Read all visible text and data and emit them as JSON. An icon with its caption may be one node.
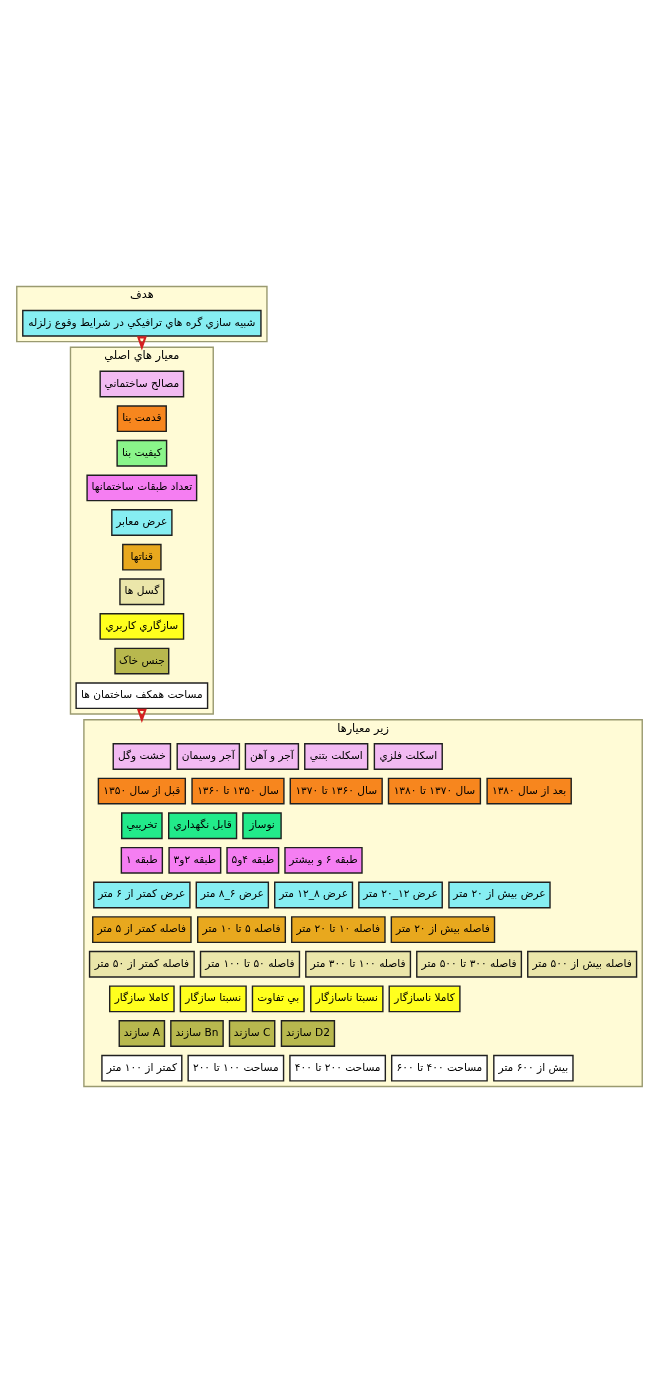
{
  "diagram": {
    "nodes": [
      {
        "text": [
          "هدف"
        ]
      },
      {
        "text": [
          "شبيه سازي گره هاي ترافيکي در شرايط وقوع زلزله"
        ],
        "in": 0
      },
      {
        "text": [
          "معيار هاي اصلي"
        ]
      },
      {
        "text": [
          "مصالح ساختماني"
        ],
        "in": 2
      },
      {
        "text": [
          "قدمت بنا"
        ],
        "in": 2
      },
      {
        "text": [
          "کيفيت بنا"
        ],
        "in": 2
      },
      {
        "text": [
          "تعداد طبقات ساختمانها"
        ],
        "in": 2
      },
      {
        "text": [
          "عرض معابر"
        ],
        "in": 2
      },
      {
        "text": [
          "قناتها"
        ],
        "in": 2
      },
      {
        "text": [
          "گسل ها"
        ],
        "in": 2
      },
      {
        "text": [
          "سازگاري کاربري"
        ],
        "in": 2
      },
      {
        "text": [
          "جنس خاک"
        ],
        "in": 2
      },
      {
        "text": [
          "مساحت همکف ساختمان ها"
        ],
        "in": 2
      },
      {
        "text": [
          "زير معيارها"
        ]
      },
      {
        "text": [
          "خشت وگل"
        ],
        "in": 13
      },
      {
        "text": [
          "آجر وسيمان"
        ],
        "in": 13
      },
      {
        "text": [
          "آجر و آهن"
        ],
        "in": 13
      },
      {
        "text": [
          "اسکلت بتني"
        ],
        "in": 13
      },
      {
        "text": [
          "اسکلت فلزي"
        ],
        "in": 13
      },
      {
        "text": [
          "قبل از سال ۱۳۵۰"
        ],
        "in": 13
      },
      {
        "text": [
          "سال ۱۳۵۰ تا ۱۳۶۰"
        ],
        "in": 13
      },
      {
        "text": [
          "سال ۱۳۶۰ تا ۱۳۷۰"
        ],
        "in": 13
      },
      {
        "text": [
          "سال ۱۳۷۰ تا ۱۳۸۰"
        ],
        "in": 13
      },
      {
        "text": [
          "بعد از سال ۱۳۸۰"
        ],
        "in": 13
      },
      {
        "text": [
          "تخريبي"
        ],
        "in": 13
      },
      {
        "text": [
          "قابل نگهداري"
        ],
        "in": 13
      },
      {
        "text": [
          "نوساز"
        ],
        "in": 13
      },
      {
        "text": [
          "طبقه ۱"
        ],
        "in": 13
      },
      {
        "text": [
          "طبقه ۲و۳"
        ],
        "in": 13
      },
      {
        "text": [
          "طبقه ۴و۵"
        ],
        "in": 13
      },
      {
        "text": [
          "طبقه ۶ و بيشتر"
        ],
        "in": 13
      },
      {
        "text": [
          "عرض کمتر از ۶ متر"
        ],
        "in": 13
      },
      {
        "text": [
          "عرض ۶_۸ متر"
        ],
        "in": 13
      },
      {
        "text": [
          "عرض ۸_۱۲ متر"
        ],
        "in": 13
      },
      {
        "text": [
          "عرض ۱۲_۲۰ متر"
        ],
        "in": 13
      },
      {
        "text": [
          "عرض بيش از ۲۰ متر"
        ],
        "in": 13
      },
      {
        "text": [
          "فاصله کمتر از ۵ متر"
        ],
        "in": 13
      },
      {
        "text": [
          "فاصله ۵ تا ۱۰ متر"
        ],
        "in": 13
      },
      {
        "text": [
          "فاصله ۱۰ تا ۲۰ متر"
        ],
        "in": 13
      },
      {
        "text": [
          "فاصله بيش از ۲۰ متر"
        ],
        "in": 13
      },
      {
        "text": [
          "فاصله کمتر از ۵۰ متر"
        ],
        "in": 13
      },
      {
        "text": [
          "فاصله ۵۰ تا ۱۰۰ متر"
        ],
        "in": 13
      },
      {
        "text": [
          "فاصله ۱۰۰ تا ۳۰۰ متر"
        ],
        "in": 13
      },
      {
        "text": [
          "فاصله ۳۰۰ تا ۵۰۰ متر"
        ],
        "in": 13
      },
      {
        "text": [
          "فاصله بيش از ۵۰۰ متر"
        ],
        "in": 13
      },
      {
        "text": [
          "کاملا سازگار"
        ],
        "in": 13
      },
      {
        "text": [
          "نسبتا سازگار"
        ],
        "in": 13
      },
      {
        "text": [
          "بي تفاوت"
        ],
        "in": 13
      },
      {
        "text": [
          "نسبتا ناسازگار"
        ],
        "in": 13
      },
      {
        "text": [
          "کاملا ناسازگار"
        ],
        "in": 13
      },
      {
        "text": [
          "سازند A"
        ],
        "in": 13
      },
      {
        "text": [
          "سازند Bn"
        ],
        "in": 13
      },
      {
        "text": [
          "سازند C"
        ],
        "in": 13
      },
      {
        "text": [
          "سازند D2"
        ],
        "in": 13
      },
      {
        "text": [
          "کمتر از ۱۰۰ متر"
        ],
        "in": 13
      },
      {
        "text": [
          "مساحت ۱۰۰ تا ۲۰۰"
        ],
        "in": 13
      },
      {
        "text": [
          "مساحت ۲۰۰ تا ۴۰۰"
        ],
        "in": 13
      },
      {
        "text": [
          "مساحت ۴۰۰ تا ۶۰۰"
        ],
        "in": 13
      },
      {
        "text": [
          "بيش از ۶۰۰ متر"
        ],
        "in": 13
      }
    ],
    "edges": [
      {
        "from": 0,
        "to": 2,
        "arrow": "to"
      },
      {
        "from": 2,
        "to": 13,
        "arrow": "to"
      }
    ]
  }
}
